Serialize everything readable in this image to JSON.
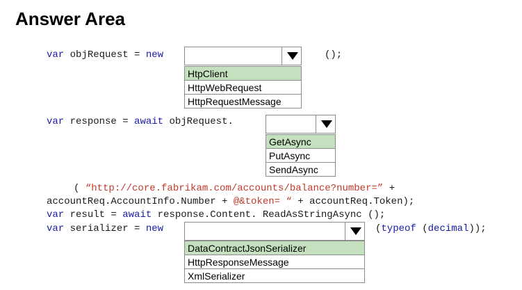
{
  "title": "Answer Area",
  "line1": {
    "kw1": "var",
    "text1": " objRequest = ",
    "kw2": "new",
    "tail": "();"
  },
  "dropdown1": {
    "options": [
      "HtpClient",
      "HttpWebRequest",
      "HttpRequestMessage"
    ],
    "selected_index": 0
  },
  "line2": {
    "kw1": "var",
    "text1": " response = ",
    "kw2": "await",
    "text2": " objRequest."
  },
  "dropdown2": {
    "options": [
      "GetAsync",
      "PutAsync",
      "SendAsync"
    ],
    "selected_index": 0
  },
  "line3": {
    "prefix": "( ",
    "str": "“http://core.fabrikam.com/accounts/balance?number=”",
    "suffix": " +"
  },
  "line4": {
    "text1": "accountReq.AccountInfo.Number + ",
    "str": "@&token= “",
    "text2": " + accountReq.Token);"
  },
  "line5": {
    "kw1": "var",
    "text1": " result = ",
    "kw2": "await",
    "text2": " response.Content. ReadAsStringAsync ();"
  },
  "line6": {
    "kw1": "var",
    "text1": " serializer = ",
    "kw2": "new",
    "tail_kw": "typeof",
    "tail_pre": "(",
    "tail_post": " (",
    "tail_kw2": "decimal",
    "tail_end": "));"
  },
  "dropdown3": {
    "options": [
      "DataContractJsonSerializer",
      "HttpResponseMessage",
      "XmlSerializer"
    ],
    "selected_index": 0
  }
}
